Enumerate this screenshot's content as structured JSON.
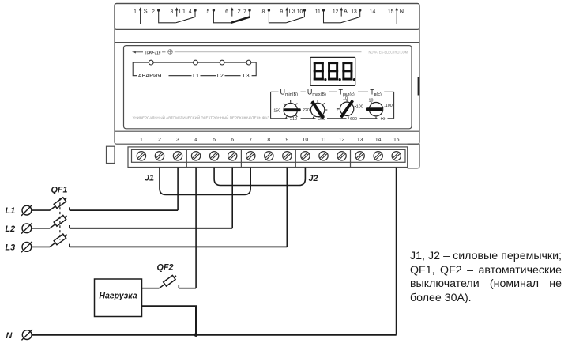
{
  "device": {
    "brand": "ПЭФ-319",
    "site": "NOVATEK-ELECTRO.COM",
    "caption": "УНИВЕРСАЛЬНЫЙ АВТОМАТИЧЕСКИЙ ЭЛЕКТРОННЫЙ ПЕРЕКЛЮЧАТЕЛЬ ФАЗ",
    "display_value": "8.8.8.",
    "leds": [
      "АВАРИЯ",
      "L1",
      "L2",
      "L3"
    ],
    "knobs": [
      {
        "name": "u-min",
        "label_main": "U",
        "label_sub": "min(В)",
        "scale": {
          "left": "150",
          "bottom": "210"
        }
      },
      {
        "name": "u-max",
        "label_main": "U",
        "label_sub": "max(В)",
        "scale": {
          "left": "220",
          "bottom": "260"
        }
      },
      {
        "name": "t-on",
        "label_main": "T",
        "label_sub": "вкл(с)",
        "scale": {
          "top": "10",
          "left": "1",
          "right": "100",
          "bottom": "600"
        }
      },
      {
        "name": "t-off",
        "label_main": "T",
        "label_sub": "в(с)",
        "scale": {
          "top": "10",
          "right": "100",
          "bottom": "∞"
        }
      }
    ]
  },
  "contacts": {
    "numbers": [
      "1",
      "2",
      "3",
      "4",
      "5",
      "6",
      "7",
      "8",
      "9",
      "10",
      "11",
      "12",
      "13",
      "14",
      "15"
    ],
    "groups": [
      {
        "label": "L1",
        "closed": false
      },
      {
        "label": "L2",
        "closed": true
      },
      {
        "label": "L3",
        "closed": false
      },
      {
        "label": "A",
        "closed": false
      }
    ],
    "inputs": [
      {
        "label": "S"
      },
      {
        "label": "N"
      }
    ]
  },
  "wiring": {
    "phases": [
      "L1",
      "L2",
      "L3"
    ],
    "neutral": "N",
    "breaker_main": "QF1",
    "breaker_load": "QF2",
    "jumper_1": "J1",
    "jumper_2": "J2",
    "load": "Нагрузка"
  },
  "note": {
    "lines": [
      "J1, J2 – силовые перемычки;",
      "QF1, QF2 – автоматические",
      "выключатели (номинал не",
      "более 30А)."
    ]
  },
  "colors": {
    "ink": "#1b1b1b",
    "outline": "#4d4d4d",
    "muted": "#9c9c9c"
  }
}
